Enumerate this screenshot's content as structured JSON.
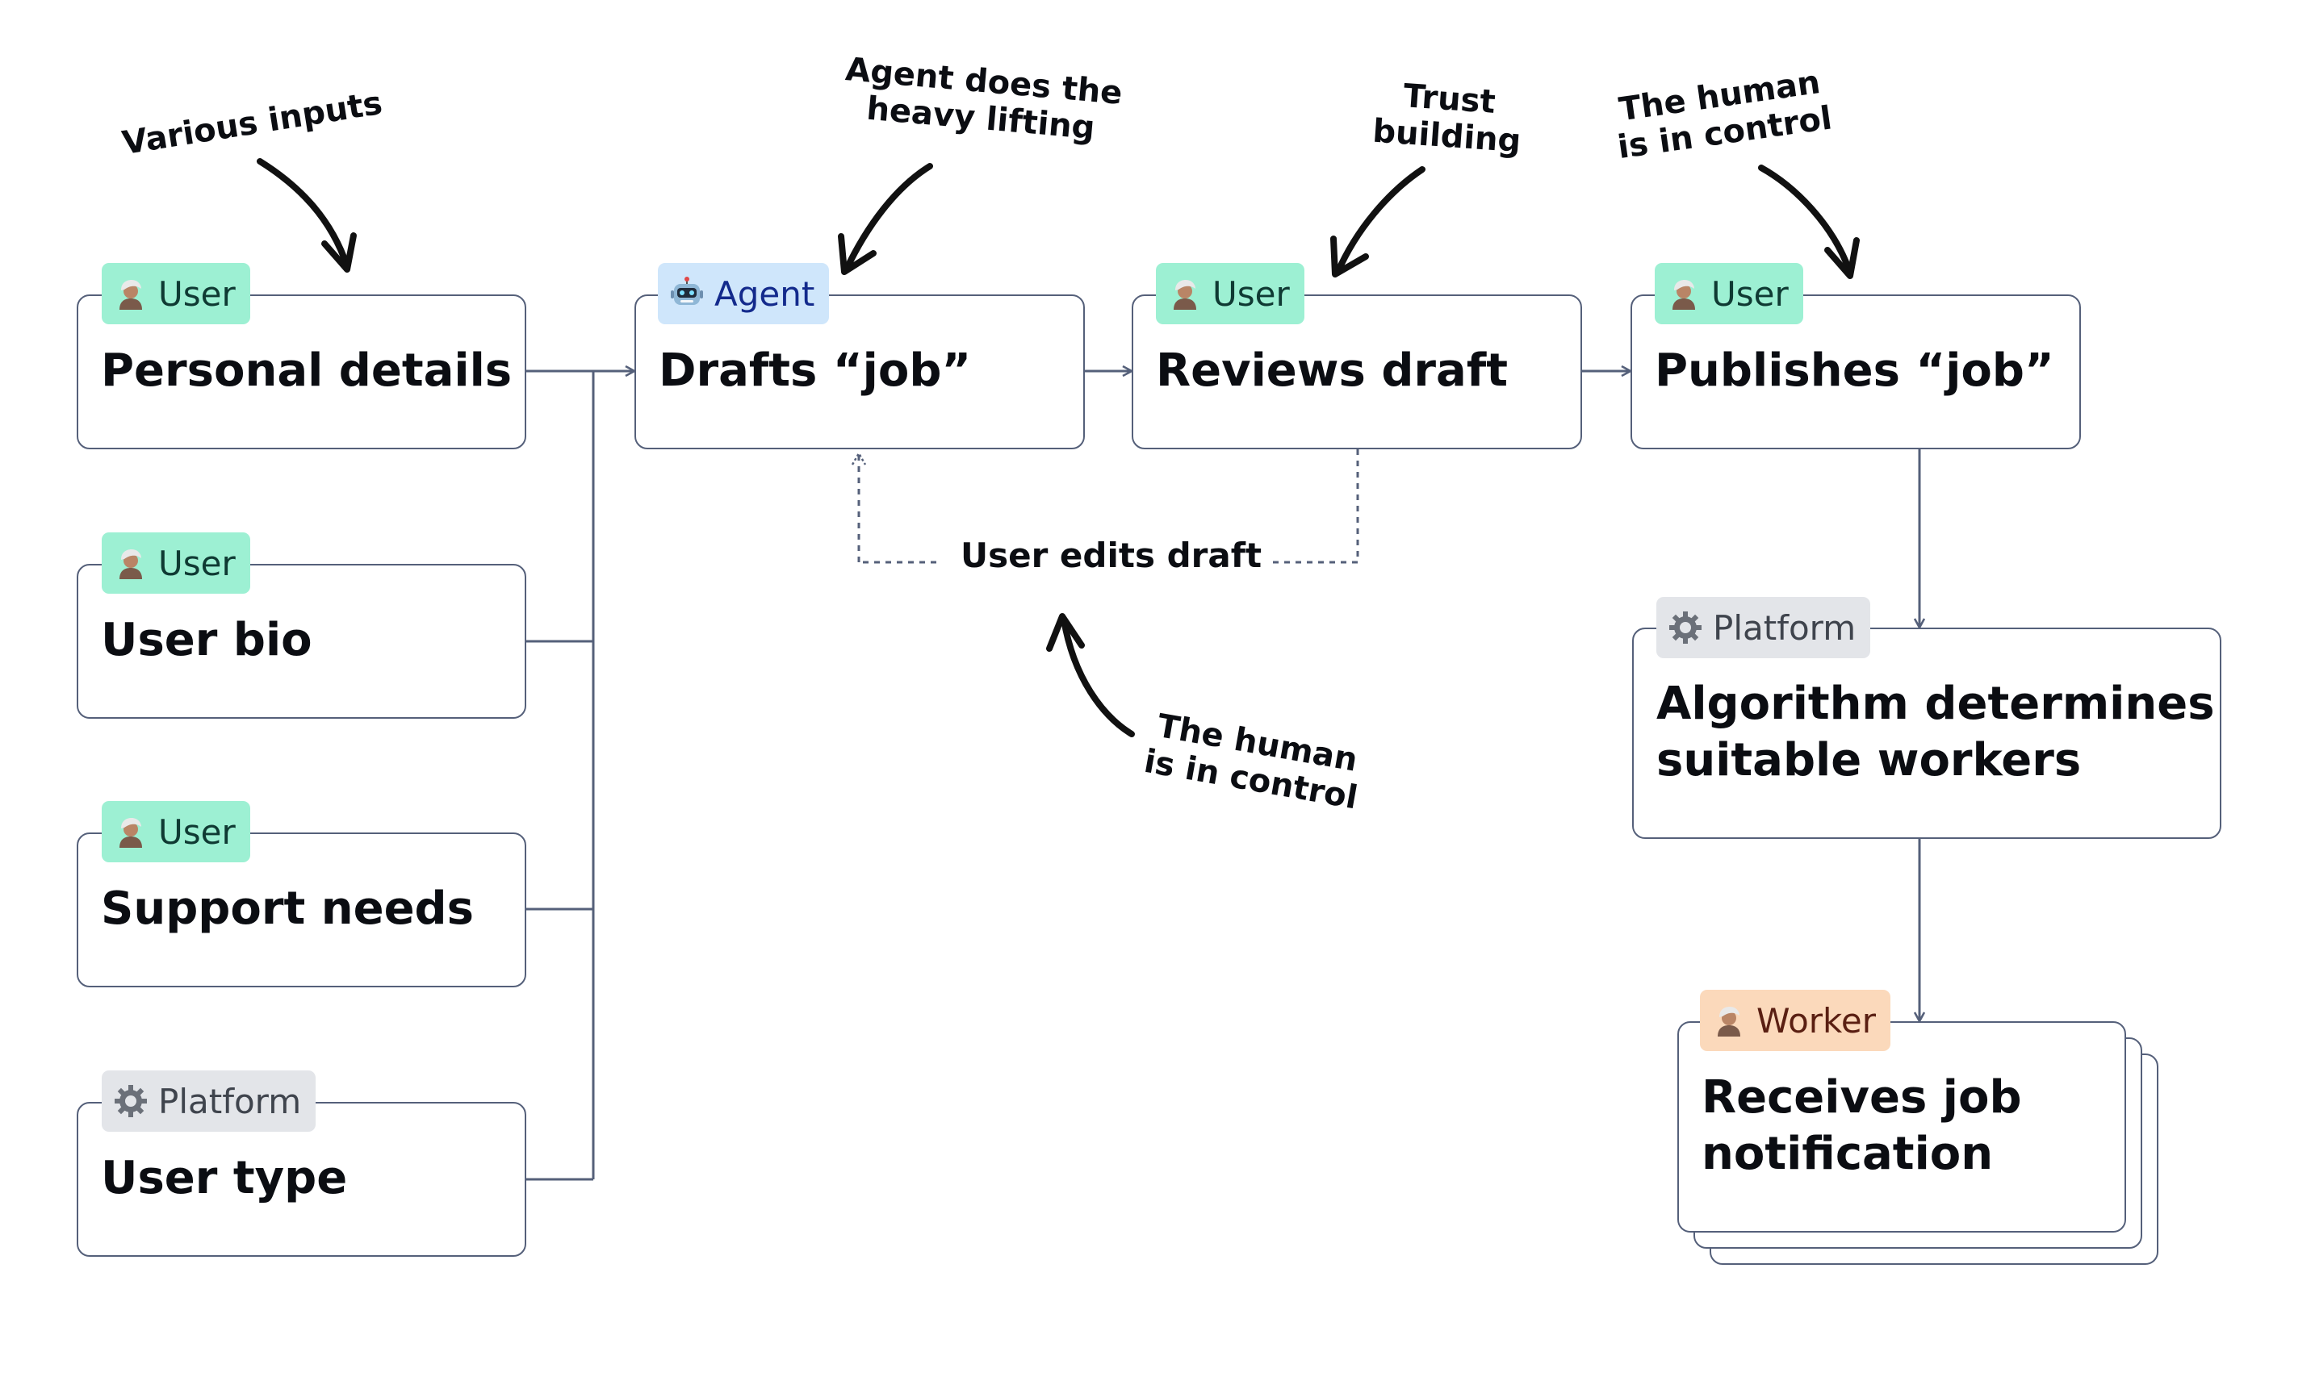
{
  "colors": {
    "line": "#55607a",
    "user_tag_bg": "#9df0d3",
    "user_tag_text": "#0f3a33",
    "agent_tag_bg": "#cfe6fb",
    "agent_tag_text": "#132a8c",
    "platform_tag_bg": "#e3e5e9",
    "platform_tag_text": "#3f444d",
    "worker_tag_bg": "#fbd9bb",
    "worker_tag_text": "#5a1f12"
  },
  "nodes": {
    "personal_details": {
      "tag": "User",
      "title": "Personal details"
    },
    "user_bio": {
      "tag": "User",
      "title": "User bio"
    },
    "support_needs": {
      "tag": "User",
      "title": "Support needs"
    },
    "user_type": {
      "tag": "Platform",
      "title": "User type"
    },
    "drafts_job": {
      "tag": "Agent",
      "title": "Drafts “job”"
    },
    "reviews_draft": {
      "tag": "User",
      "title": "Reviews draft"
    },
    "publishes_job": {
      "tag": "User",
      "title": "Publishes “job”"
    },
    "algorithm": {
      "tag": "Platform",
      "title_line1": "Algorithm determines",
      "title_line2": "suitable workers"
    },
    "receives": {
      "tag": "Worker",
      "title_line1": "Receives job",
      "title_line2": "notification"
    }
  },
  "edits_label": "User edits draft",
  "annotations": {
    "various_inputs": "Various inputs",
    "agent_heavy_line1": "Agent does the",
    "agent_heavy_line2": "heavy lifting",
    "trust_line1": "Trust",
    "trust_line2": "building",
    "human_top_line1": "The human",
    "human_top_line2": "is in control",
    "human_mid_line1": "The human",
    "human_mid_line2": "is in control"
  },
  "icons": {
    "user": "person-avatar-icon",
    "agent": "robot-icon",
    "platform": "gear-icon",
    "worker": "person-avatar-icon"
  }
}
